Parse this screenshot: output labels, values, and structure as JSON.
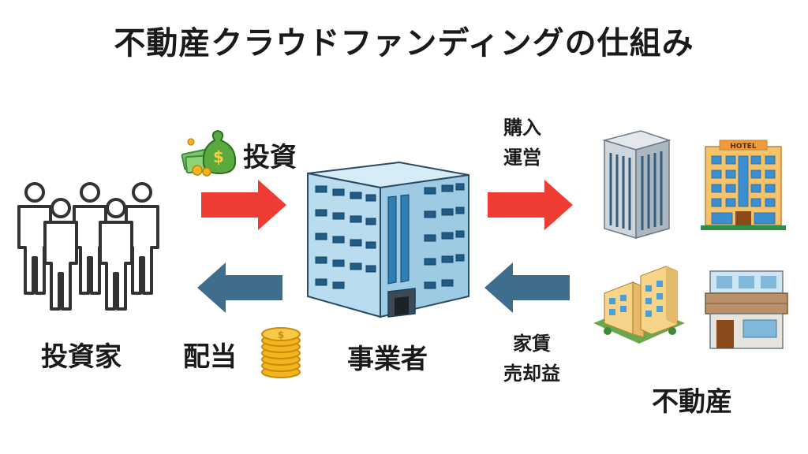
{
  "title": "不動産クラウドファンディングの仕組み",
  "labels": {
    "investors": "投資家",
    "invest": "投資",
    "dividend": "配当",
    "operator": "事業者",
    "purchase_line1": "購入",
    "purchase_line2": "運営",
    "rent_line1": "家賃",
    "rent_line2": "売却益",
    "real_estate": "不動産",
    "hotel_sign": "HOTEL"
  },
  "colors": {
    "arrow_forward": "#ee3c34",
    "arrow_back": "#3f6d8e",
    "building_blue": "#b9dcef",
    "gold": "#f2b51f"
  },
  "icons": [
    "people-group-icon",
    "money-bag-icon",
    "coin-stack-icon",
    "office-building-icon",
    "tower-building-icon",
    "hotel-icon",
    "apartment-icon",
    "shop-icon"
  ]
}
